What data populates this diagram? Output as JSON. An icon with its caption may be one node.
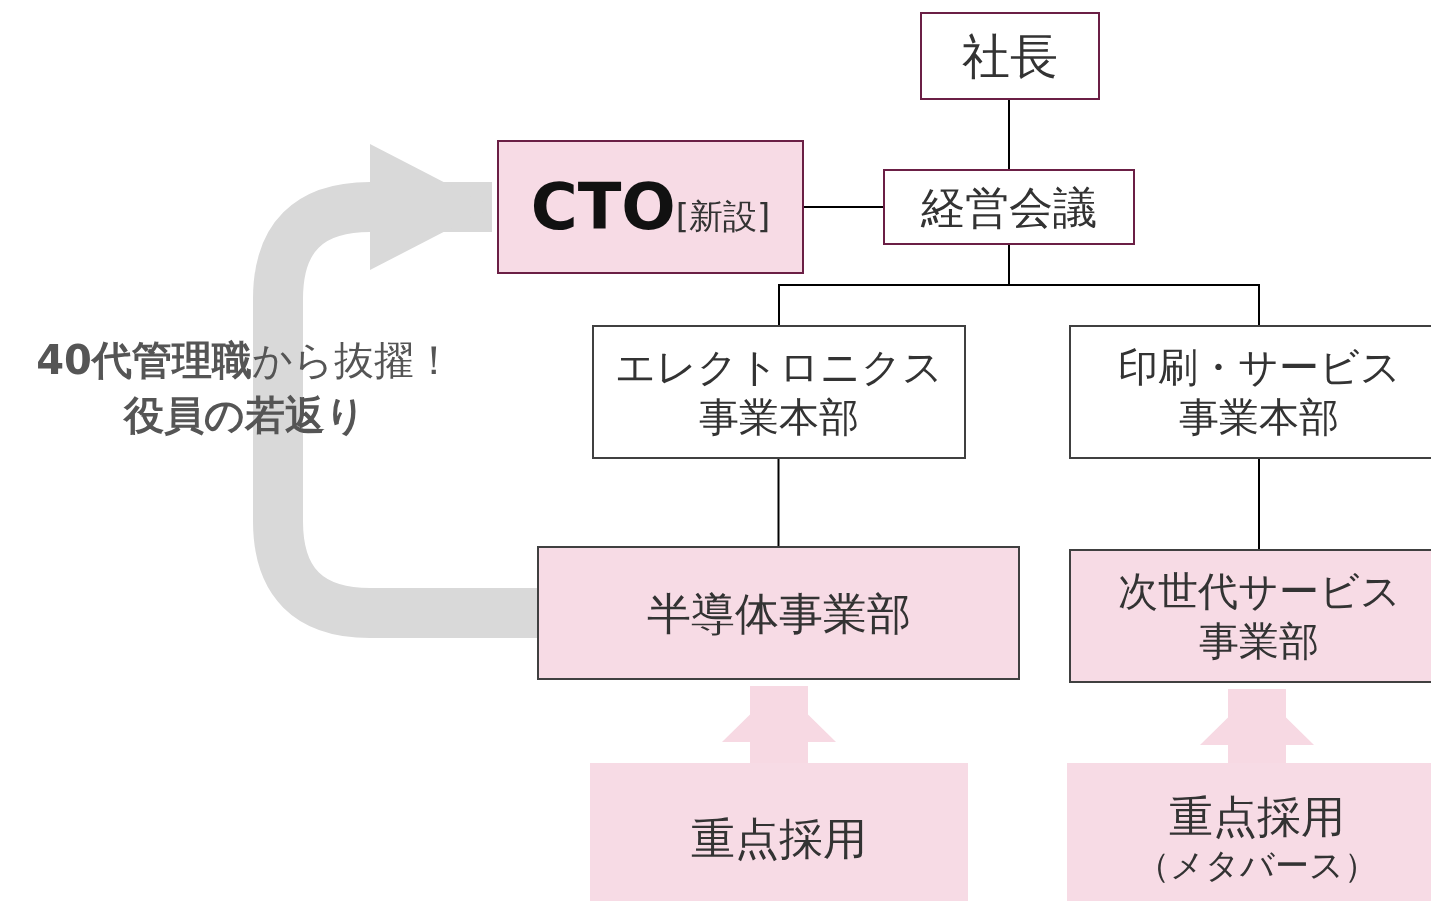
{
  "diagram": {
    "nodes": [
      {
        "text": [
          "社長"
        ]
      },
      {
        "text": [
          "CTO",
          "[新設]"
        ]
      },
      {
        "text": [
          "経営会議"
        ]
      },
      {
        "text": [
          "エレクトロニクス事業本部"
        ]
      },
      {
        "text": [
          "印刷・サービス事業本部"
        ]
      },
      {
        "text": [
          "半導体事業部"
        ]
      },
      {
        "text": [
          "次世代サービス事業部"
        ]
      },
      {
        "text": [
          "重点採用"
        ]
      },
      {
        "text": [
          "重点採用",
          "（メタバース）"
        ]
      }
    ],
    "edges": [
      {
        "from": 0,
        "to": 2,
        "arrow": "none"
      },
      {
        "from": 2,
        "to": 1,
        "arrow": "none"
      },
      {
        "from": 2,
        "to": 3,
        "arrow": "none"
      },
      {
        "from": 2,
        "to": 4,
        "arrow": "none"
      },
      {
        "from": 3,
        "to": 5,
        "arrow": "none"
      },
      {
        "from": 4,
        "to": 6,
        "arrow": "none"
      },
      {
        "from": 5,
        "to": 1,
        "arrow": "to",
        "style": "thick",
        "color": "#d9d9d9"
      },
      {
        "from": 7,
        "to": 5,
        "arrow": "to",
        "style": "thick",
        "color": "#f7d9e3"
      },
      {
        "from": 8,
        "to": 6,
        "arrow": "to",
        "style": "thick",
        "color": "#f7d9e3"
      }
    ],
    "labels": [
      "**40代管理職**から抜擢！",
      "役員の若返り"
    ]
  }
}
